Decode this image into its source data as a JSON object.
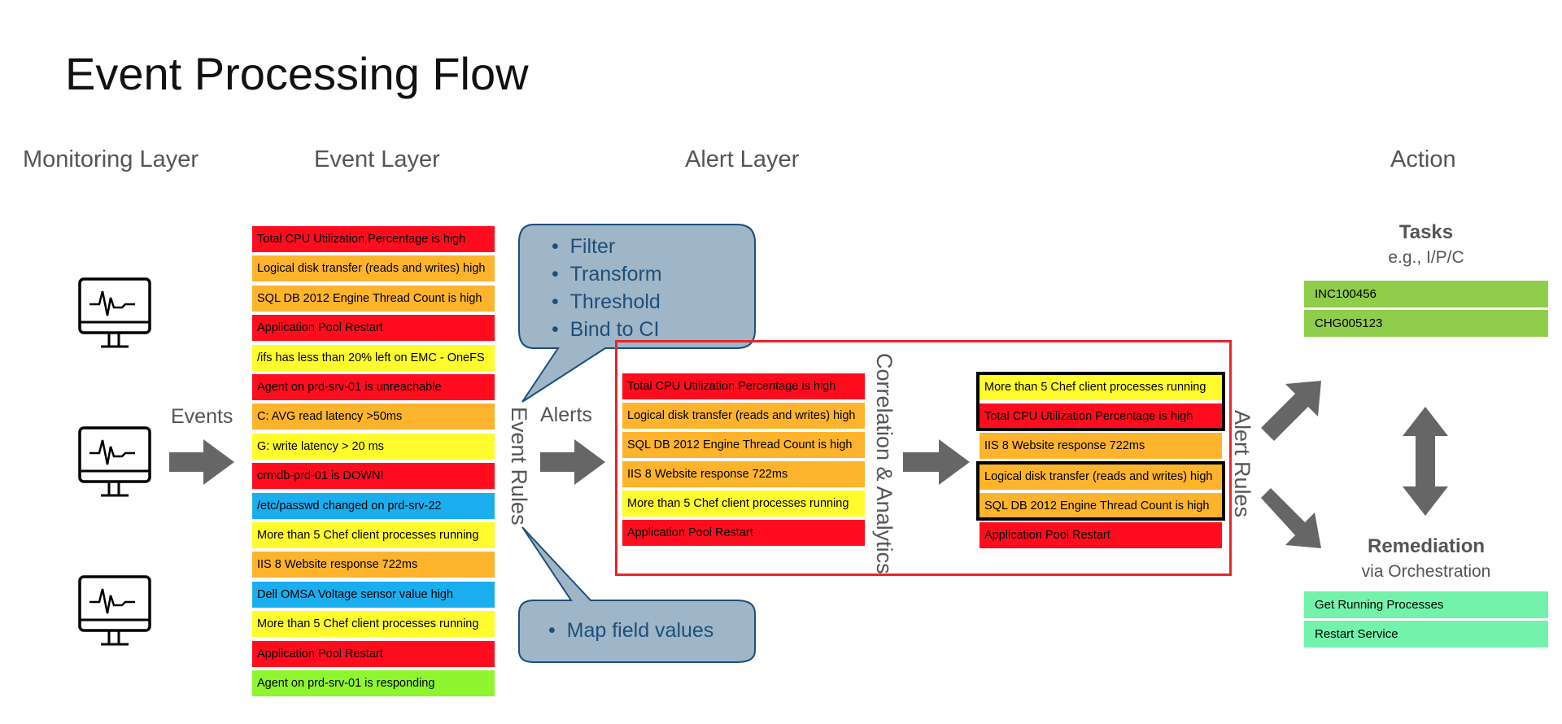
{
  "title": "Event Processing Flow",
  "layers": {
    "monitoring": "Monitoring Layer",
    "event": "Event Layer",
    "alert": "Alert Layer",
    "action": "Action"
  },
  "labels": {
    "events": "Events",
    "alerts": "Alerts",
    "event_rules": "Event Rules",
    "correlation": "Correlation & Analytics",
    "alert_rules": "Alert Rules"
  },
  "callout_top": [
    "Filter",
    "Transform",
    "Threshold",
    "Bind to CI"
  ],
  "callout_bottom": [
    "Map field values"
  ],
  "events": [
    {
      "text": "Total CPU Utilization Percentage is high",
      "color": "#ff0d1e"
    },
    {
      "text": "Logical disk transfer (reads and writes) high",
      "color": "#fdb42c"
    },
    {
      "text": "SQL DB 2012 Engine Thread Count is high",
      "color": "#fdb42c"
    },
    {
      "text": "Application Pool Restart",
      "color": "#ff0d1e"
    },
    {
      "text": "/ifs has less than 20% left on EMC - OneFS",
      "color": "#fffb2c"
    },
    {
      "text": "Agent on prd-srv-01 is unreachable",
      "color": "#ff0d1e"
    },
    {
      "text": "C: AVG read latency >50ms",
      "color": "#fdb42c"
    },
    {
      "text": "G: write latency > 20 ms",
      "color": "#fffb2c"
    },
    {
      "text": "crmdb-prd-01 is DOWN!",
      "color": "#ff0d1e"
    },
    {
      "text": "/etc/passwd changed on prd-srv-22",
      "color": "#1baeee"
    },
    {
      "text": "More than 5 Chef client processes running",
      "color": "#fffb2c"
    },
    {
      "text": "IIS 8 Website response 722ms",
      "color": "#fdb42c"
    },
    {
      "text": "Dell OMSA Voltage sensor value high",
      "color": "#1baeee"
    },
    {
      "text": "More than 5 Chef client processes running",
      "color": "#fffb2c"
    },
    {
      "text": "Application Pool Restart",
      "color": "#ff0d1e"
    },
    {
      "text": "Agent on prd-srv-01 is responding",
      "color": "#8ef52e"
    }
  ],
  "alerts": [
    {
      "text": "Total CPU Utilization Percentage is high",
      "color": "#ff0d1e"
    },
    {
      "text": "Logical disk transfer (reads and writes) high",
      "color": "#fdb42c"
    },
    {
      "text": "SQL DB 2012 Engine Thread Count is high",
      "color": "#fdb42c"
    },
    {
      "text": "IIS 8 Website response 722ms",
      "color": "#fdb42c"
    },
    {
      "text": "More than 5 Chef client processes running",
      "color": "#fffb2c"
    },
    {
      "text": "Application Pool Restart",
      "color": "#ff0d1e"
    }
  ],
  "correlated": [
    {
      "text": "More than 5 Chef client processes running",
      "color": "#fffb2c"
    },
    {
      "text": "Total CPU Utilization Percentage is high",
      "color": "#ff0d1e"
    },
    {
      "text": "IIS 8 Website response 722ms",
      "color": "#fdb42c"
    },
    {
      "text": "Logical disk transfer (reads and writes) high",
      "color": "#fdb42c"
    },
    {
      "text": "SQL DB 2012 Engine Thread Count is high",
      "color": "#fdb42c"
    },
    {
      "text": "Application Pool Restart",
      "color": "#ff0d1e"
    }
  ],
  "tasks": {
    "title": "Tasks",
    "subtitle": "e.g., I/P/C",
    "items": [
      "INC100456",
      "CHG005123"
    ]
  },
  "remediation": {
    "title": "Remediation",
    "subtitle": "via Orchestration",
    "items": [
      "Get Running Processes",
      "Restart Service"
    ]
  },
  "colors": {
    "arrow": "#666666",
    "callout_fill": "#9fb6c8",
    "callout_border": "#1f4e79",
    "alert_box_border": "#e8262b",
    "task_green": "#8fcd4a",
    "remediation_mint": "#73f2ab"
  }
}
